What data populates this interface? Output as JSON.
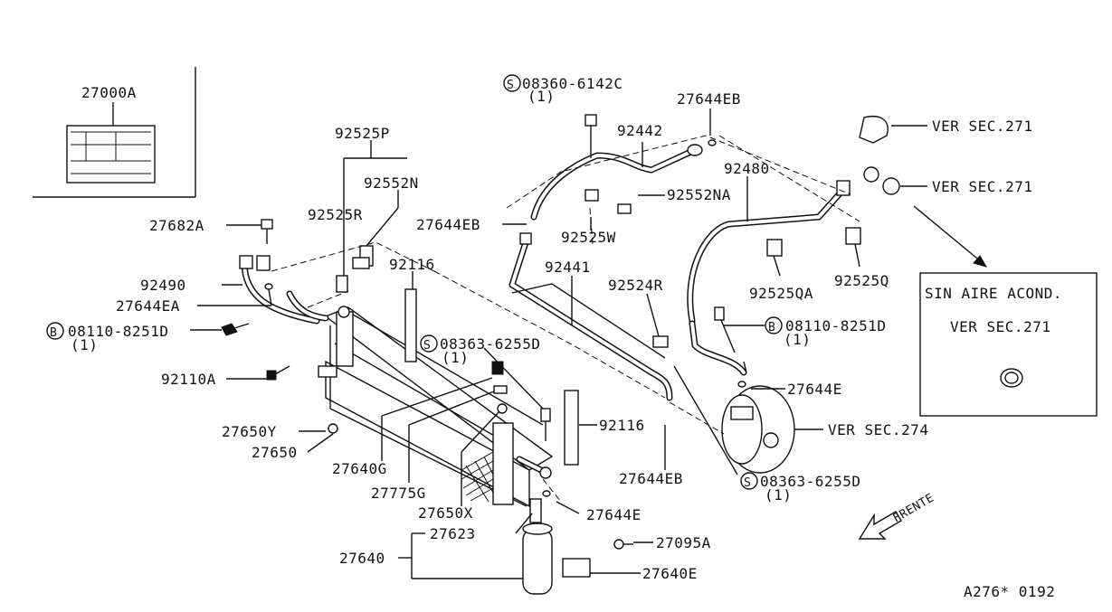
{
  "diagram": {
    "ref_code": "A276* 0192",
    "frente": "FRENTE",
    "sin_aire": {
      "line1": "SIN AIRE ACOND.",
      "line2": "VER SEC.271"
    },
    "labels": {
      "l27000A": "27000A",
      "l08360": "08360-6142C",
      "l08360q": "(1)",
      "l27644EB_top": "27644EB",
      "l92442": "92442",
      "l92480": "92480",
      "lversec271a": "VER SEC.271",
      "lversec271b": "VER SEC.271",
      "l92525P": "92525P",
      "l92552N": "92552N",
      "l92525R": "92525R",
      "l27682A": "27682A",
      "l92490": "92490",
      "l27644EA": "27644EA",
      "l08110a": "08110-8251D",
      "l08110aq": "(1)",
      "l92110A": "92110A",
      "l92116a": "92116",
      "l27644EB_mid": "27644EB",
      "l92525W": "92525W",
      "l92552NA": "92552NA",
      "l92441": "92441",
      "l92524R": "92524R",
      "l92525QA": "92525QA",
      "l92525Q": "92525Q",
      "l08110b": "08110-8251D",
      "l08110bq": "(1)",
      "l08363a": "08363-6255D",
      "l08363aq": "(1)",
      "l27644E_right": "27644E",
      "lversec274": "VER SEC.274",
      "l27650Y": "27650Y",
      "l27650": "27650",
      "l27640G": "27640G",
      "l27775G": "27775G",
      "l27650X": "27650X",
      "l92116b": "92116",
      "l27644EB_low": "27644EB",
      "l08363b": "08363-6255D",
      "l08363bq": "(1)",
      "l27644E_low": "27644E",
      "l27623": "27623",
      "l27640": "27640",
      "l27095A": "27095A",
      "l27640E": "27640E"
    },
    "circle_marks": {
      "s1": "S",
      "s2": "S",
      "s3": "S",
      "b1": "B",
      "b2": "B"
    }
  }
}
